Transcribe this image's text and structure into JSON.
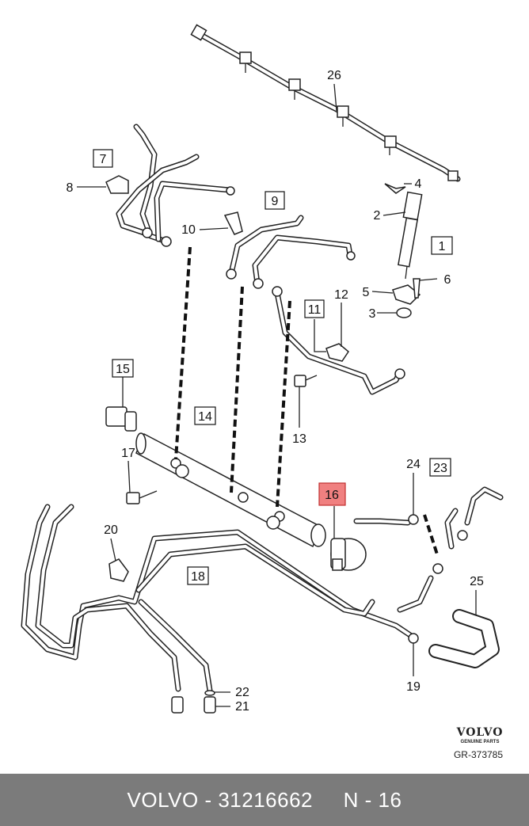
{
  "callouts": {
    "c1": "1",
    "c2": "2",
    "c3": "3",
    "c4": "4",
    "c5": "5",
    "c6": "6",
    "c7": "7",
    "c8": "8",
    "c9": "9",
    "c10": "10",
    "c11": "11",
    "c12": "12",
    "c13": "13",
    "c14": "14",
    "c15": "15",
    "c16": "16",
    "c17": "17",
    "c18": "18",
    "c19": "19",
    "c20": "20",
    "c21": "21",
    "c22": "22",
    "c23": "23",
    "c24": "24",
    "c25": "25",
    "c26": "26"
  },
  "highlight_color": "#f08080",
  "brand": {
    "name": "VOLVO",
    "tagline": "GENUINE PARTS"
  },
  "reference": "GR-373785",
  "footer": {
    "brand": "VOLVO",
    "separator": " - ",
    "part_number": "31216662",
    "position": "N - 16"
  },
  "footer_color": "#7b7b7b"
}
